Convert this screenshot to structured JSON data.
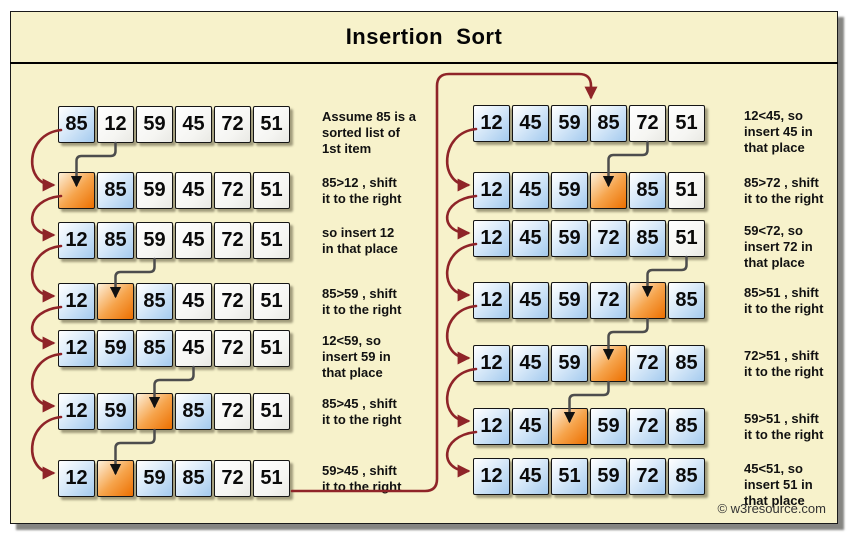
{
  "title": "Insertion  Sort",
  "watermark": "© w3resource.com",
  "colors": {
    "panel_bg": "#f7f2cb",
    "flow_arrow_red": "#8f2428",
    "shift_arrow_gray": "#4d4d4d",
    "sorted_cell_blue": "#a4caee",
    "slot_cell_orange": "#ec6f00",
    "unsorted_cell_white": "#f5f5f2"
  },
  "columns": [
    {
      "side": "left",
      "steps": [
        {
          "cells": [
            {
              "v": "85",
              "s": "sorted"
            },
            {
              "v": "12",
              "s": "plain"
            },
            {
              "v": "59",
              "s": "plain"
            },
            {
              "v": "45",
              "s": "plain"
            },
            {
              "v": "72",
              "s": "plain"
            },
            {
              "v": "51",
              "s": "plain"
            }
          ],
          "note": "Assume 85 is a\nsorted list of\n1st item"
        },
        {
          "cells": [
            {
              "v": "",
              "s": "slot"
            },
            {
              "v": "85",
              "s": "sorted"
            },
            {
              "v": "59",
              "s": "plain"
            },
            {
              "v": "45",
              "s": "plain"
            },
            {
              "v": "72",
              "s": "plain"
            },
            {
              "v": "51",
              "s": "plain"
            }
          ],
          "note": "85>12 , shift\nit to the right"
        },
        {
          "cells": [
            {
              "v": "12",
              "s": "sorted"
            },
            {
              "v": "85",
              "s": "sorted"
            },
            {
              "v": "59",
              "s": "plain"
            },
            {
              "v": "45",
              "s": "plain"
            },
            {
              "v": "72",
              "s": "plain"
            },
            {
              "v": "51",
              "s": "plain"
            }
          ],
          "note": "so insert 12\nin that place"
        },
        {
          "cells": [
            {
              "v": "12",
              "s": "sorted"
            },
            {
              "v": "",
              "s": "slot"
            },
            {
              "v": "85",
              "s": "sorted"
            },
            {
              "v": "45",
              "s": "plain"
            },
            {
              "v": "72",
              "s": "plain"
            },
            {
              "v": "51",
              "s": "plain"
            }
          ],
          "note": "85>59 , shift\nit to the right"
        },
        {
          "cells": [
            {
              "v": "12",
              "s": "sorted"
            },
            {
              "v": "59",
              "s": "sorted"
            },
            {
              "v": "85",
              "s": "sorted"
            },
            {
              "v": "45",
              "s": "plain"
            },
            {
              "v": "72",
              "s": "plain"
            },
            {
              "v": "51",
              "s": "plain"
            }
          ],
          "note": "12<59, so\ninsert 59 in\nthat place"
        },
        {
          "cells": [
            {
              "v": "12",
              "s": "sorted"
            },
            {
              "v": "59",
              "s": "sorted"
            },
            {
              "v": "",
              "s": "slot"
            },
            {
              "v": "85",
              "s": "sorted"
            },
            {
              "v": "72",
              "s": "plain"
            },
            {
              "v": "51",
              "s": "plain"
            }
          ],
          "note": "85>45 , shift\nit to the right"
        },
        {
          "cells": [
            {
              "v": "12",
              "s": "sorted"
            },
            {
              "v": "",
              "s": "slot"
            },
            {
              "v": "59",
              "s": "sorted"
            },
            {
              "v": "85",
              "s": "sorted"
            },
            {
              "v": "72",
              "s": "plain"
            },
            {
              "v": "51",
              "s": "plain"
            }
          ],
          "note": "59>45 , shift\nit to the right"
        }
      ]
    },
    {
      "side": "right",
      "steps": [
        {
          "cells": [
            {
              "v": "12",
              "s": "sorted"
            },
            {
              "v": "45",
              "s": "sorted"
            },
            {
              "v": "59",
              "s": "sorted"
            },
            {
              "v": "85",
              "s": "sorted"
            },
            {
              "v": "72",
              "s": "plain"
            },
            {
              "v": "51",
              "s": "plain"
            }
          ],
          "note": "12<45, so\ninsert 45 in\nthat place"
        },
        {
          "cells": [
            {
              "v": "12",
              "s": "sorted"
            },
            {
              "v": "45",
              "s": "sorted"
            },
            {
              "v": "59",
              "s": "sorted"
            },
            {
              "v": "",
              "s": "slot"
            },
            {
              "v": "85",
              "s": "sorted"
            },
            {
              "v": "51",
              "s": "plain"
            }
          ],
          "note": "85>72 , shift\nit to the right"
        },
        {
          "cells": [
            {
              "v": "12",
              "s": "sorted"
            },
            {
              "v": "45",
              "s": "sorted"
            },
            {
              "v": "59",
              "s": "sorted"
            },
            {
              "v": "72",
              "s": "sorted"
            },
            {
              "v": "85",
              "s": "sorted"
            },
            {
              "v": "51",
              "s": "plain"
            }
          ],
          "note": "59<72, so\ninsert 72 in\nthat place"
        },
        {
          "cells": [
            {
              "v": "12",
              "s": "sorted"
            },
            {
              "v": "45",
              "s": "sorted"
            },
            {
              "v": "59",
              "s": "sorted"
            },
            {
              "v": "72",
              "s": "sorted"
            },
            {
              "v": "",
              "s": "slot"
            },
            {
              "v": "85",
              "s": "sorted"
            }
          ],
          "note": "85>51 , shift\nit to the right"
        },
        {
          "cells": [
            {
              "v": "12",
              "s": "sorted"
            },
            {
              "v": "45",
              "s": "sorted"
            },
            {
              "v": "59",
              "s": "sorted"
            },
            {
              "v": "",
              "s": "slot"
            },
            {
              "v": "72",
              "s": "sorted"
            },
            {
              "v": "85",
              "s": "sorted"
            }
          ],
          "note": "72>51 , shift\nit to the right"
        },
        {
          "cells": [
            {
              "v": "12",
              "s": "sorted"
            },
            {
              "v": "45",
              "s": "sorted"
            },
            {
              "v": "",
              "s": "slot"
            },
            {
              "v": "59",
              "s": "sorted"
            },
            {
              "v": "72",
              "s": "sorted"
            },
            {
              "v": "85",
              "s": "sorted"
            }
          ],
          "note": "59>51 , shift\nit to the right"
        },
        {
          "cells": [
            {
              "v": "12",
              "s": "sorted"
            },
            {
              "v": "45",
              "s": "sorted"
            },
            {
              "v": "51",
              "s": "sorted"
            },
            {
              "v": "59",
              "s": "sorted"
            },
            {
              "v": "72",
              "s": "sorted"
            },
            {
              "v": "85",
              "s": "sorted"
            }
          ],
          "note": "45<51, so\ninsert 51 in\nthat place"
        }
      ]
    }
  ],
  "arrows": {
    "shift": [
      {
        "col": 0,
        "fromRow": 0,
        "fromCell": 1,
        "toRow": 1,
        "toCell": 0
      },
      {
        "col": 0,
        "fromRow": 2,
        "fromCell": 2,
        "toRow": 3,
        "toCell": 1
      },
      {
        "col": 0,
        "fromRow": 4,
        "fromCell": 3,
        "toRow": 5,
        "toCell": 2
      },
      {
        "col": 0,
        "fromRow": 5,
        "fromCell": 2,
        "toRow": 6,
        "toCell": 1
      },
      {
        "col": 1,
        "fromRow": 0,
        "fromCell": 4,
        "toRow": 1,
        "toCell": 3
      },
      {
        "col": 1,
        "fromRow": 2,
        "fromCell": 5,
        "toRow": 3,
        "toCell": 4
      },
      {
        "col": 1,
        "fromRow": 3,
        "fromCell": 4,
        "toRow": 4,
        "toCell": 3
      },
      {
        "col": 1,
        "fromRow": 4,
        "fromCell": 3,
        "toRow": 5,
        "toCell": 2
      }
    ],
    "step": [
      {
        "col": 0,
        "from": 0
      },
      {
        "col": 0,
        "from": 1
      },
      {
        "col": 0,
        "from": 2
      },
      {
        "col": 0,
        "from": 3
      },
      {
        "col": 0,
        "from": 4
      },
      {
        "col": 0,
        "from": 5
      },
      {
        "col": 1,
        "from": 0
      },
      {
        "col": 1,
        "from": 1
      },
      {
        "col": 1,
        "from": 2
      },
      {
        "col": 1,
        "from": 3
      },
      {
        "col": 1,
        "from": 4
      },
      {
        "col": 1,
        "from": 5
      }
    ],
    "wrap": {
      "from_col": 0,
      "from_row": 6,
      "to_col": 1,
      "to_row": 0,
      "to_cell": 3
    }
  }
}
